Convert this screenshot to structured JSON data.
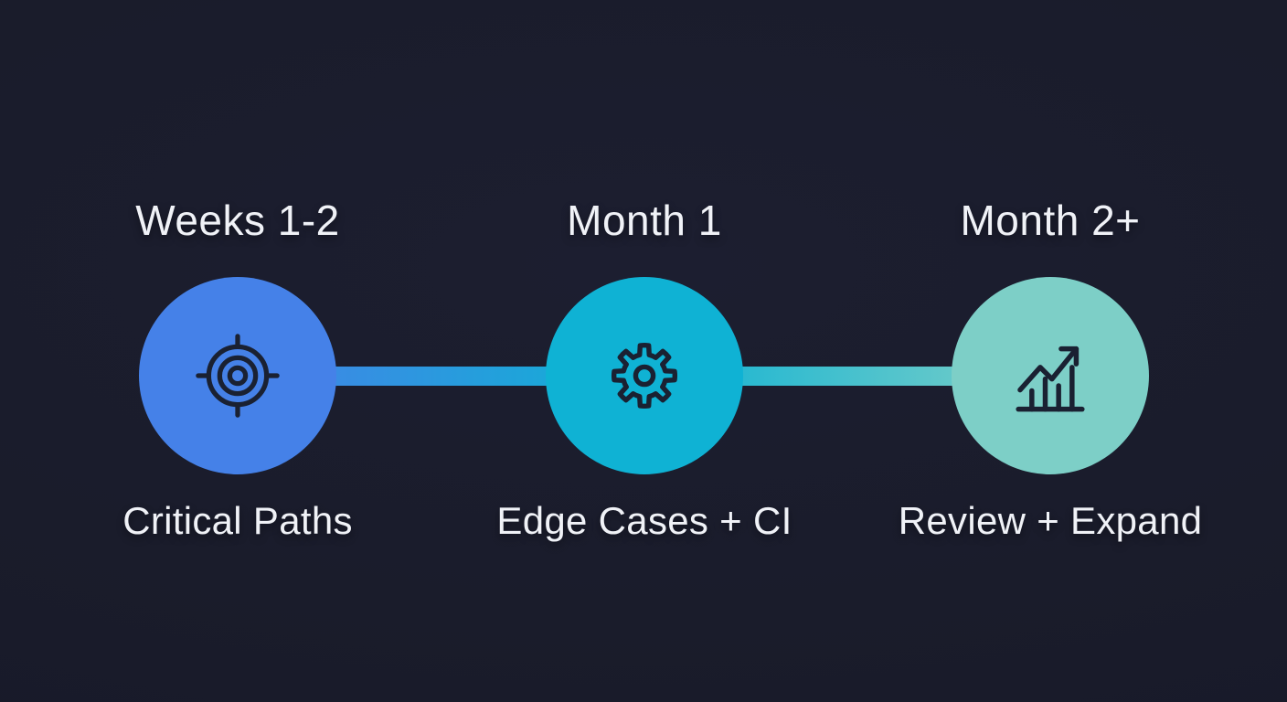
{
  "canvas": {
    "background_color": "#1a1c2b",
    "text_color": "#f0f2f7"
  },
  "timeline": {
    "stages": [
      {
        "period": "Weeks 1-2",
        "label": "Critical Paths",
        "icon": "target-icon",
        "circle_color": "#4581e8"
      },
      {
        "period": "Month 1",
        "label": "Edge Cases + CI",
        "icon": "gear-icon",
        "circle_color": "#0fb2d4"
      },
      {
        "period": "Month 2+",
        "label": "Review + Expand",
        "icon": "chart-growth-icon",
        "circle_color": "#7dcfc7"
      }
    ],
    "connectors": [
      {
        "from_color": "#4581e8",
        "to_color": "#0fb2d4"
      },
      {
        "from_color": "#0fb2d4",
        "to_color": "#7dcfc7"
      }
    ],
    "icon_color": "#1a2132"
  }
}
